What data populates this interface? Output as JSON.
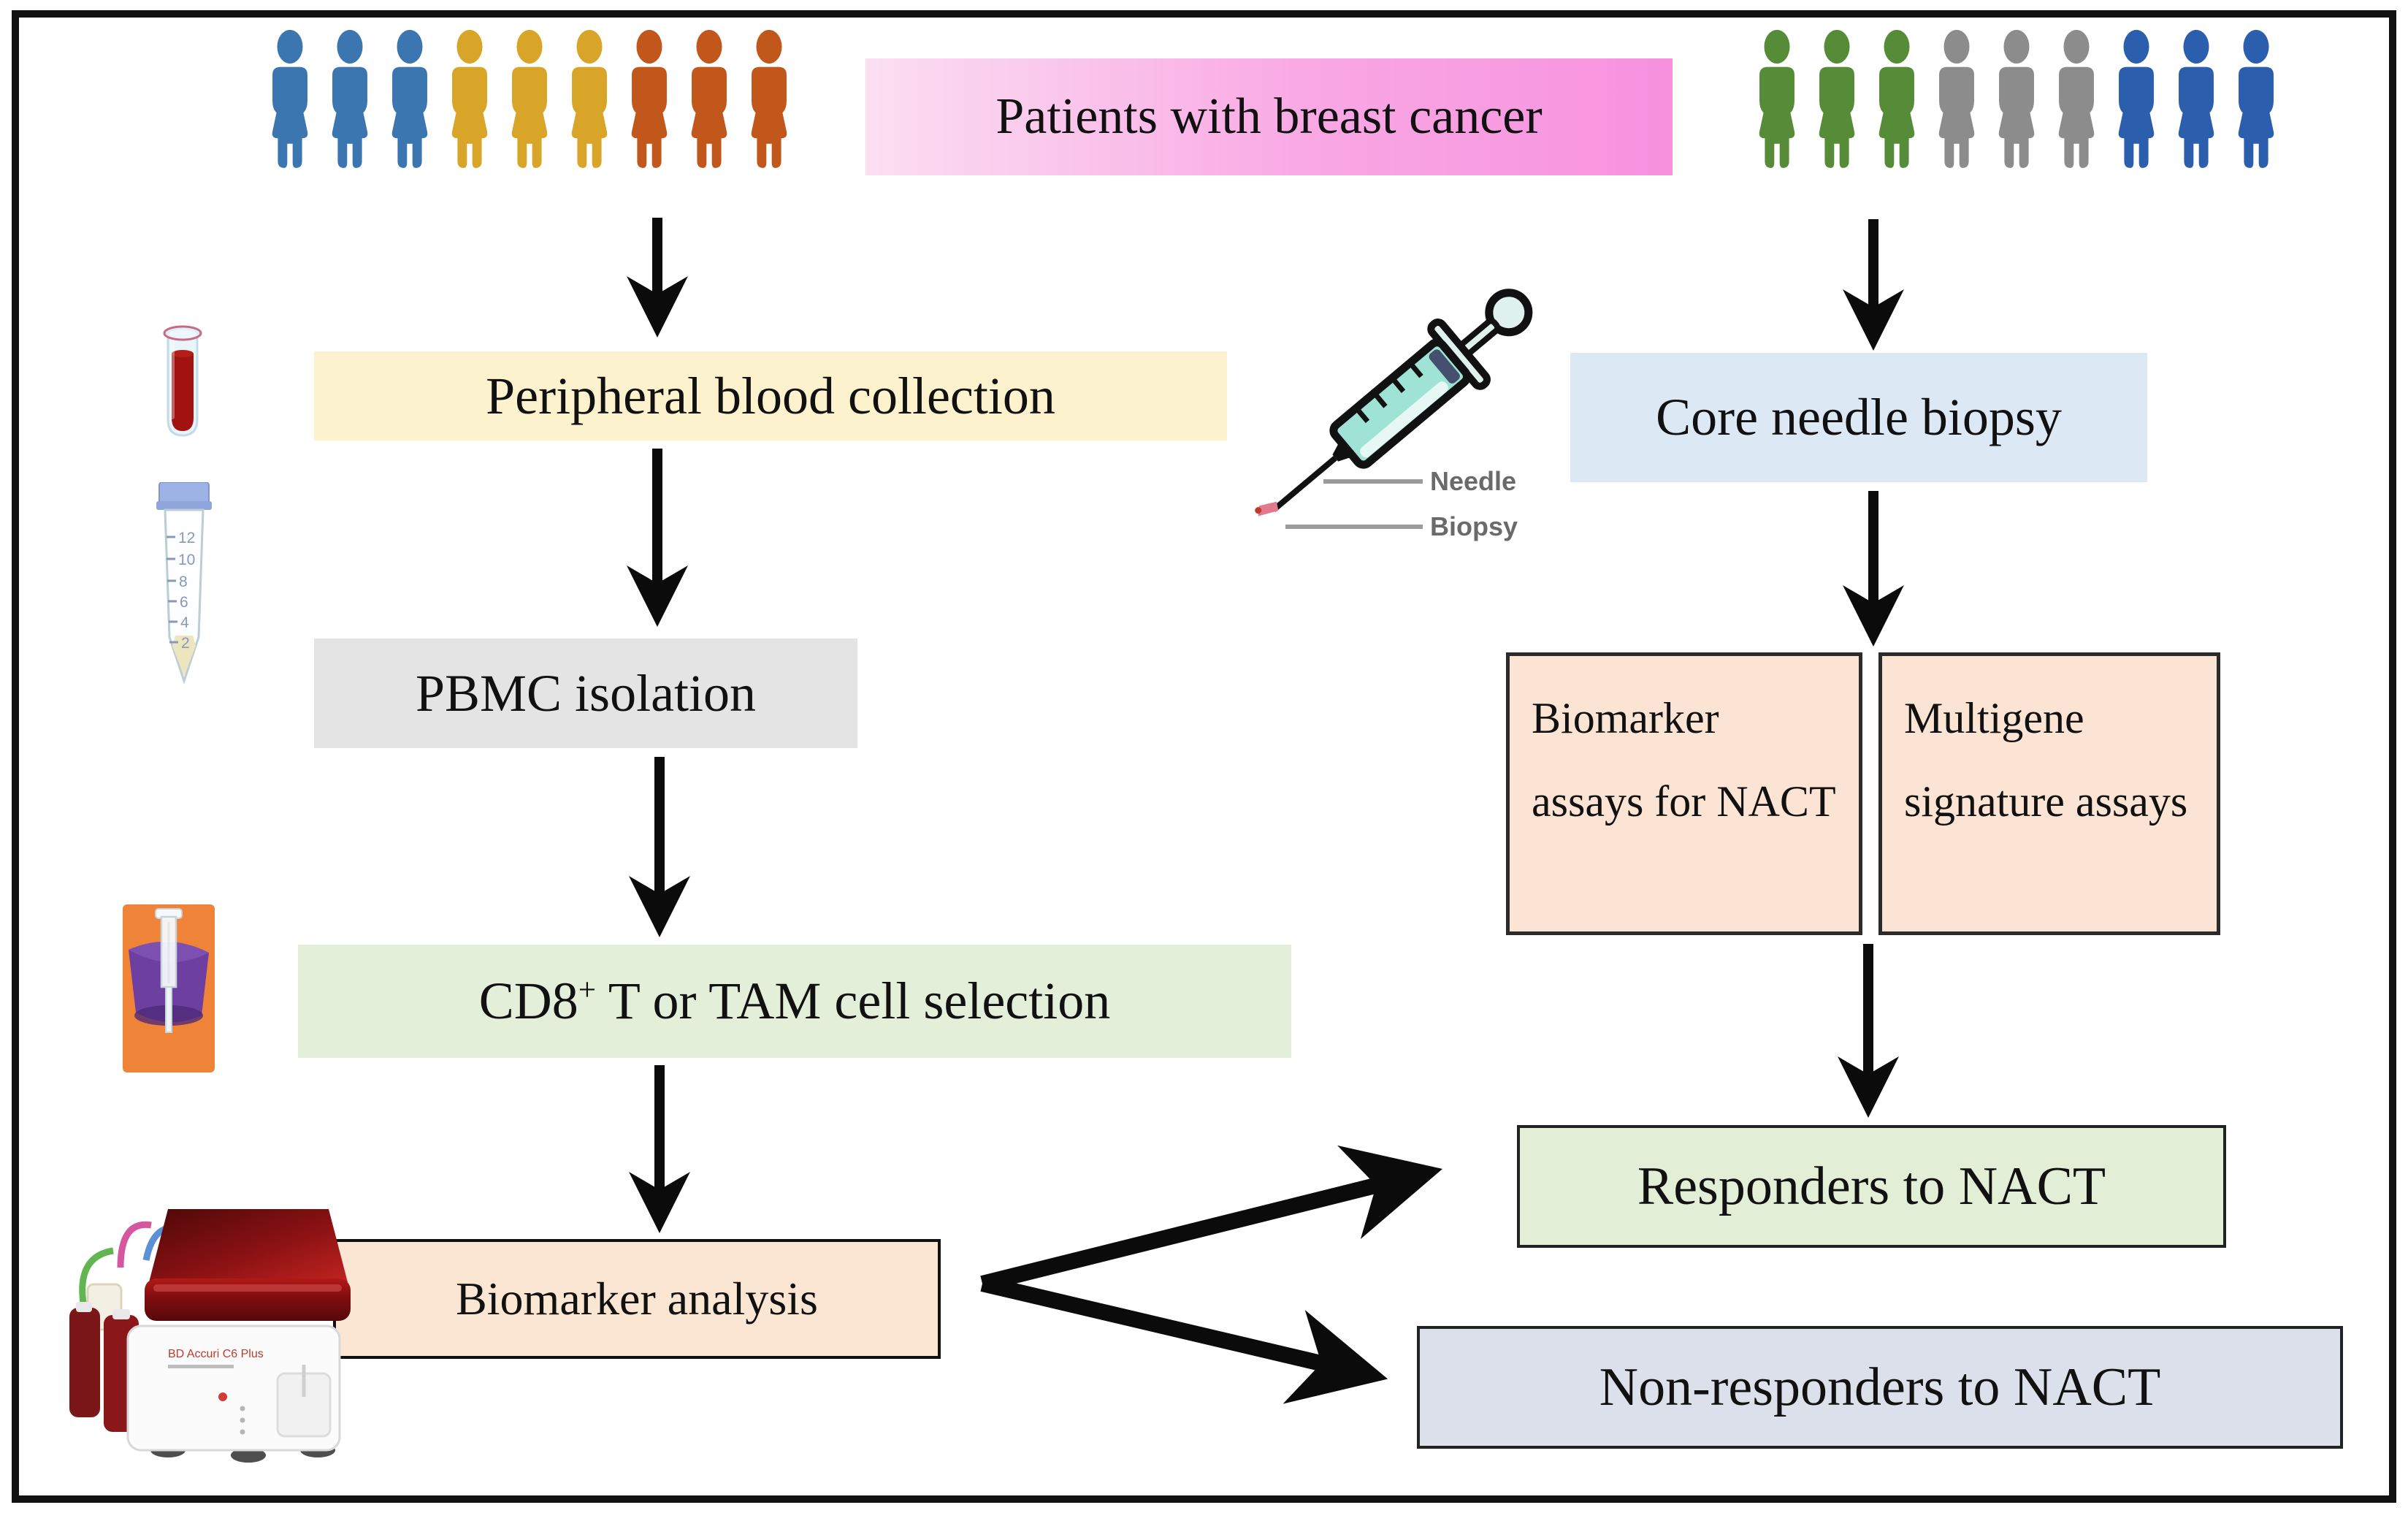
{
  "boxes": {
    "title": "Patients with breast cancer",
    "peripheral": "Peripheral blood collection",
    "pbmc": "PBMC isolation",
    "cd8_prefix": "CD8",
    "cd8_sup": "+",
    "cd8_suffix": " T or TAM cell selection",
    "biomarker": "Biomarker analysis",
    "core": "Core needle biopsy",
    "assay_left": "Biomarker assays for NACT",
    "assay_right": "Multigene signature assays",
    "responders": "Responders to NACT",
    "non_responders": "Non-responders to NACT"
  },
  "syringe": {
    "needle_label": "Needle",
    "biopsy_label": "Biopsy"
  },
  "centrifuge_tube": {
    "graduations": [
      "12",
      "10",
      "8",
      "6",
      "4",
      "2"
    ]
  },
  "cytometer": {
    "brand_line": "BD Accuri C6 Plus"
  },
  "cohorts": {
    "left": {
      "groups": [
        {
          "color": "#3b76b0",
          "count": 3
        },
        {
          "color": "#d9a528",
          "count": 3
        },
        {
          "color": "#c2571c",
          "count": 3
        }
      ]
    },
    "right": {
      "groups": [
        {
          "color": "#568c38",
          "count": 3
        },
        {
          "color": "#8c8c8c",
          "count": 3
        },
        {
          "color": "#2b5fae",
          "count": 3
        }
      ]
    }
  },
  "colors": {
    "title_pink_left": "#fbdff2",
    "title_pink_right": "#f791df",
    "yellow_box": "#fdf2ce",
    "gray_box": "#e4e4e4",
    "green_box": "#e4efda",
    "peach_box": "#fbe5d3",
    "blue_box": "#dce8f4",
    "bluegray_box": "#dbe0eb",
    "arrow": "#0b0b0b",
    "label_gray": "#6a6a6a",
    "blood_red": "#a21210",
    "syringe_teal": "#9fe3d4",
    "column_orange": "#ef8338",
    "column_purple": "#6c3fa0",
    "cytometer_red": "#8a1113"
  },
  "icons": {
    "person": "person-icon",
    "blood_tube": "blood-collection-tube-icon",
    "centrifuge_tube": "centrifuge-tube-icon",
    "separation_column": "cell-separation-column-icon",
    "flow_cytometer": "flow-cytometer-icon",
    "syringe": "biopsy-syringe-icon"
  }
}
